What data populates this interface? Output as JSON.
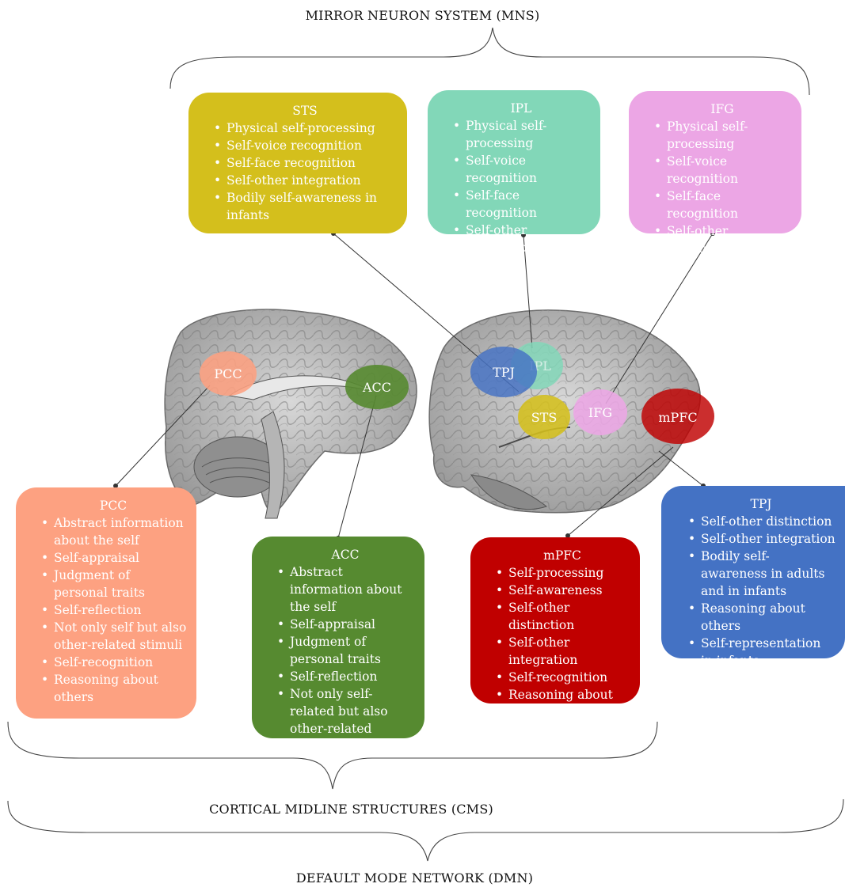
{
  "headings": {
    "mns": "MIRROR NEURON SYSTEM (MNS)",
    "cms": "CORTICAL MIDLINE STRUCTURES (CMS)",
    "dmn": "DEFAULT MODE NETWORK (DMN)"
  },
  "regions": {
    "pcc": "PCC",
    "acc": "ACC",
    "tpj": "TPJ",
    "ipl": "IPL",
    "sts": "STS",
    "ifg": "IFG",
    "mpfc": "mPFC"
  },
  "boxes": {
    "sts": {
      "title": "STS",
      "color": "#d4bf1c",
      "items": [
        "Physical self-processing",
        "Self-voice recognition",
        "Self-face recognition",
        "Self-other integration",
        "Bodily self-awareness in infants"
      ]
    },
    "ipl": {
      "title": "IPL",
      "color": "#82d7b8",
      "items": [
        "Physical self-processing",
        "Self-voice recognition",
        "Self-face recognition",
        "Self-other integration"
      ]
    },
    "ifg": {
      "title": "IFG",
      "color": "#eca6e5",
      "items": [
        "Physical self-processing",
        "Self-voice recognition",
        "Self-face recognition",
        "Self-other integration"
      ]
    },
    "pcc": {
      "title": "PCC",
      "color": "#fda181",
      "items": [
        "Abstract information about the self",
        "Self-appraisal",
        "Judgment of personal traits",
        "Self-reflection",
        "Not only self but also other-related stimuli",
        "Self-recognition",
        "Reasoning about others"
      ]
    },
    "acc": {
      "title": "ACC",
      "color": "#568a30",
      "items": [
        "Abstract information about the self",
        "Self-appraisal",
        "Judgment of personal traits",
        "Self-reflection",
        "Not only self-related but also other-related"
      ]
    },
    "mpfc": {
      "title": "mPFC",
      "color": "#c00000",
      "items": [
        "Self-processing",
        "Self-awareness",
        "Self-other distinction",
        "Self-other integration",
        "Self-recognition",
        "Reasoning about others"
      ]
    },
    "tpj": {
      "title": "TPJ",
      "color": "#4472c4",
      "items": [
        "Self-other distinction",
        "Self-other integration",
        "Bodily self-awareness in adults and in infants",
        "Reasoning about others",
        "Self-representation in infants"
      ]
    }
  }
}
